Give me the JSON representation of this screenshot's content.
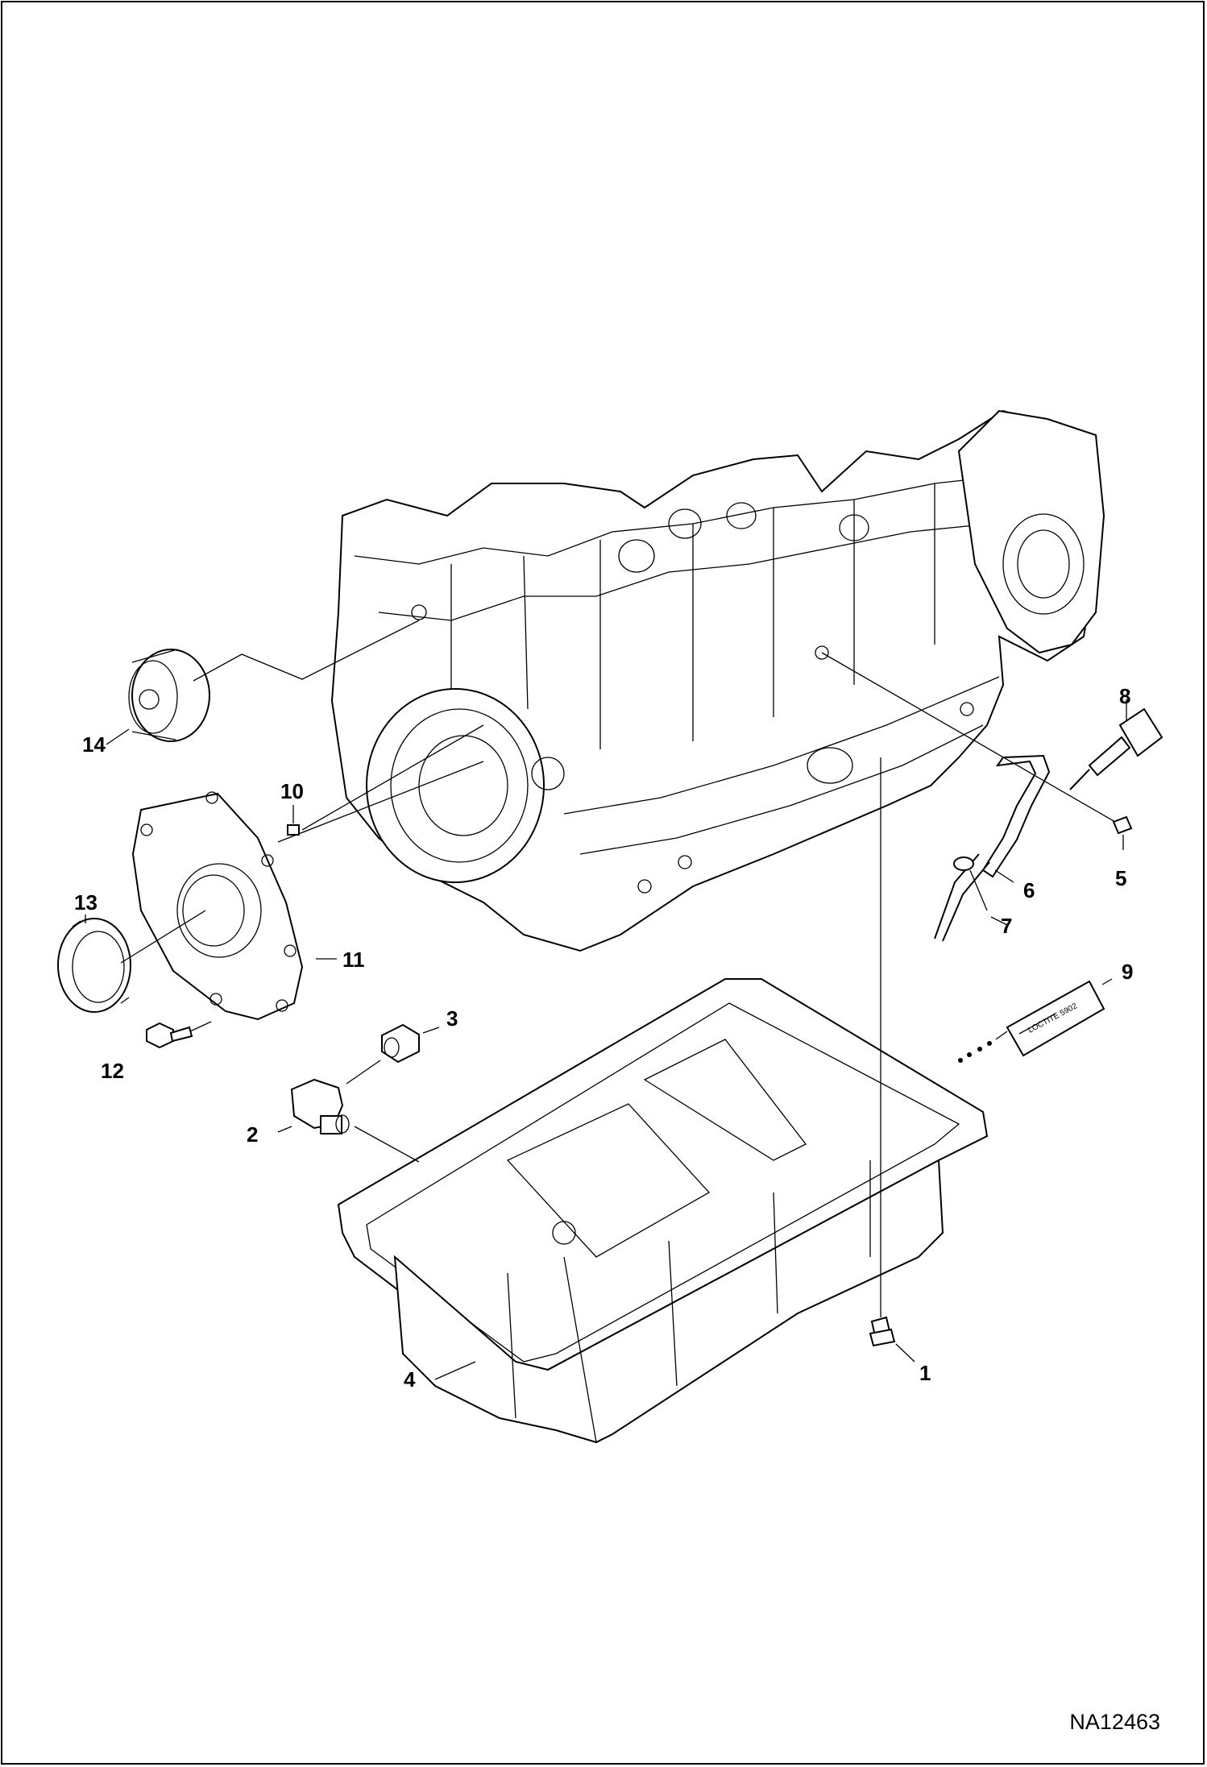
{
  "figure_id": "NA12463",
  "callouts": [
    "1",
    "2",
    "3",
    "4",
    "5",
    "6",
    "7",
    "8",
    "9",
    "10",
    "11",
    "12",
    "13",
    "14"
  ],
  "colors": {
    "line": "#000000",
    "background": "#ffffff"
  }
}
